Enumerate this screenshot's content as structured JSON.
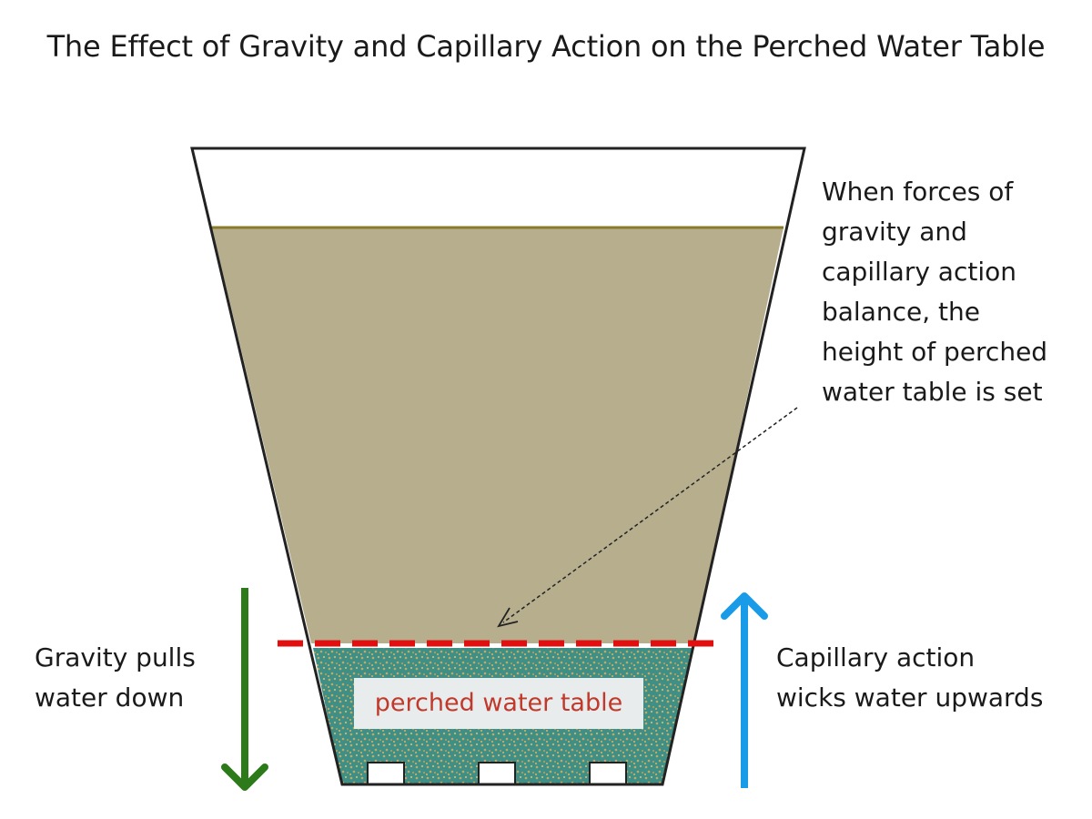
{
  "title": "The Effect of Gravity and Capillary Action on the Perched Water Table",
  "annotation": {
    "lines": [
      "When forces of",
      "gravity and",
      "capillary action",
      "balance, the",
      "height of perched",
      "water table is set"
    ]
  },
  "gravity": {
    "lines": [
      "Gravity pulls",
      "water down"
    ]
  },
  "capillary": {
    "lines": [
      "Capillary action",
      "wicks water upwards"
    ]
  },
  "perched_label": "perched water table",
  "colors": {
    "soil": "#b7ae8e",
    "soil_surface": "#8a7a2a",
    "water_zone": "#3e8f86",
    "water_speckle": "#c8a860",
    "dashed_line": "#e01010",
    "gravity_arrow": "#2d7a1a",
    "capillary_arrow": "#1a9be8",
    "label_bg": "#e9ecec",
    "label_text": "#c0392b",
    "outline": "#222222"
  }
}
